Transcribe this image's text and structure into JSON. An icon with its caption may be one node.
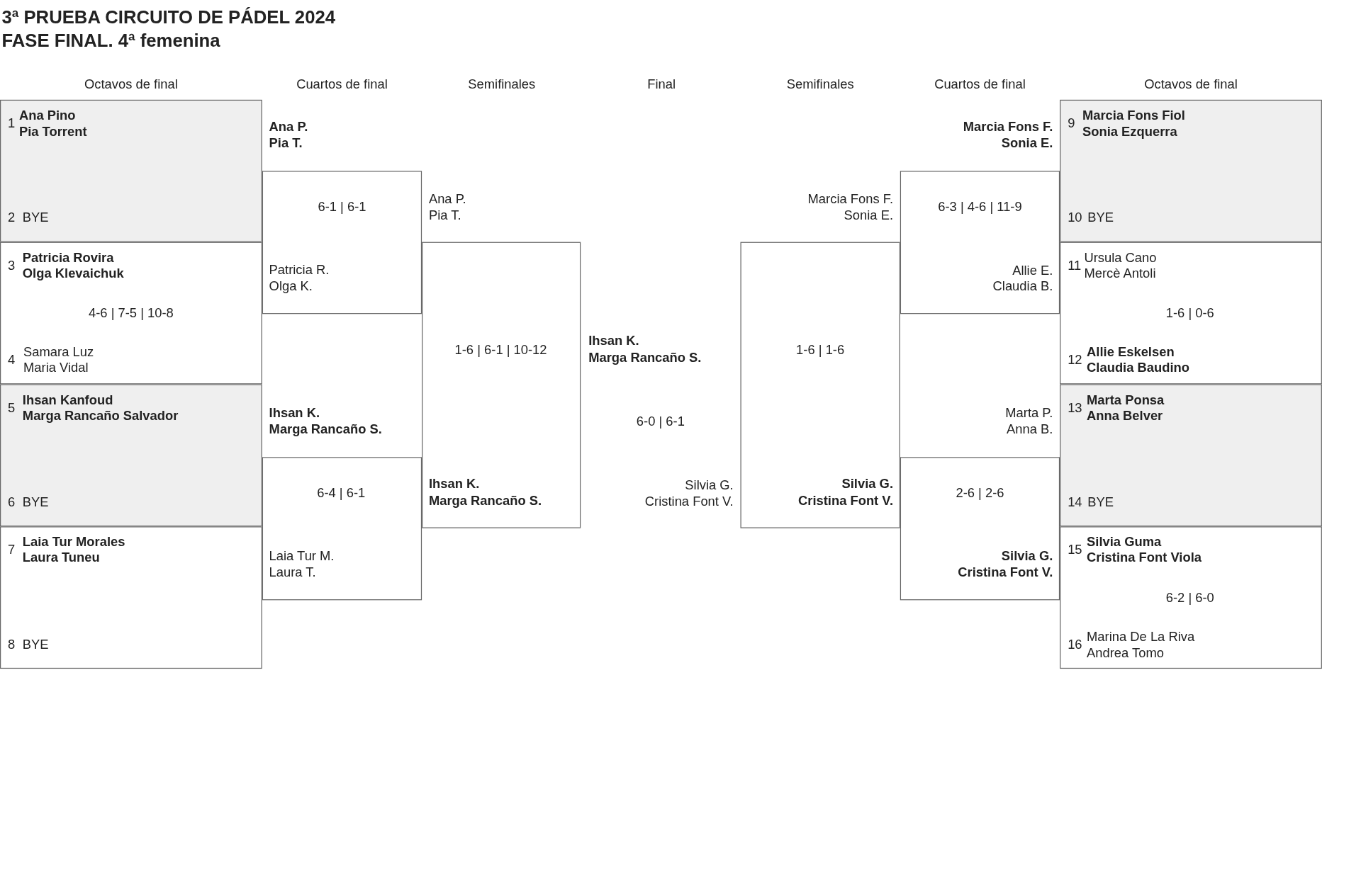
{
  "diagram": {
    "title": "3ª PRUEBA CIRCUITO DE PÁDEL 2024",
    "nodes": [
      {
        "text": [
          "1",
          "Ana Pino",
          "Pia Torrent",
          "2",
          "BYE"
        ]
      },
      {
        "text": [
          "3",
          "Patricia Rovira",
          "Olga Klevaichuk",
          "4-6 | 7-5 | 10-8",
          "4",
          "Samara Luz",
          "Maria Vidal"
        ]
      },
      {
        "text": [
          "5",
          "Ihsan Kanfoud",
          "Marga Rancaño Salvador",
          "6",
          "BYE"
        ]
      },
      {
        "text": [
          "7",
          "Laia Tur Morales",
          "Laura Tuneu",
          "8",
          "BYE"
        ]
      },
      {
        "text": [
          "Ana P.",
          "Pia T.",
          "6-1 | 6-1",
          "Patricia R.",
          "Olga K."
        ]
      },
      {
        "text": [
          "Ihsan K.",
          "Marga Rancaño S.",
          "6-4 | 6-1",
          "Laia Tur M.",
          "Laura T."
        ]
      },
      {
        "text": [
          "Ana P.",
          "Pia T.",
          "1-6 | 6-1 | 10-12",
          "Ihsan K.",
          "Marga Rancaño S."
        ]
      },
      {
        "text": [
          "Marcia Fons F.",
          "Sonia E.",
          "1-6 | 1-6",
          "Silvia G.",
          "Cristina Font V."
        ]
      },
      {
        "text": [
          "Marcia Fons F.",
          "Sonia E.",
          "6-3 | 4-6 | 11-9",
          "Allie E.",
          "Claudia B."
        ]
      },
      {
        "text": [
          "Marta P.",
          "Anna B.",
          "2-6 | 2-6",
          "Silvia G.",
          "Cristina Font V."
        ]
      },
      {
        "text": [
          "9",
          "Marcia Fons Fiol",
          "Sonia Ezquerra",
          "10",
          "BYE"
        ]
      },
      {
        "text": [
          "11",
          "Ursula Cano",
          "Mercè Antoli",
          "1-6 | 0-6",
          "12",
          "Allie Eskelsen",
          "Claudia Baudino"
        ]
      },
      {
        "text": [
          "13",
          "Marta Ponsa",
          "Anna Belver",
          "14",
          "BYE"
        ]
      },
      {
        "text": [
          "15",
          "Silvia Guma",
          "Cristina Font Viola",
          "6-2 | 6-0",
          "16",
          "Marina De La Riva",
          "Andrea Tomo"
        ]
      }
    ],
    "labels": [
      "FASE FINAL. 4ª femenina",
      "Octavos de final",
      "Cuartos de final",
      "Semifinales",
      "Final",
      "Semifinales",
      "Cuartos de final",
      "Octavos de final",
      "Ihsan K.",
      "Marga Rancaño S.",
      "6-0 | 6-1",
      "Silvia G.",
      "Cristina Font V."
    ]
  }
}
